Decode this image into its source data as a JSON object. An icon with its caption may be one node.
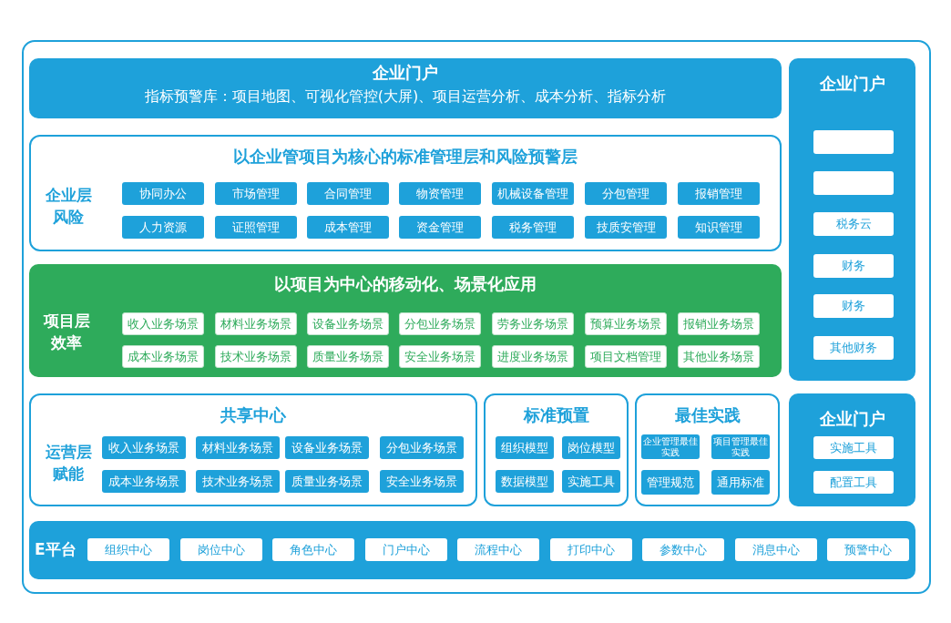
{
  "diagram": {
    "nodes": [
      {
        "text": [],
        "shape": "box"
      },
      {
        "text": [
          "企业门户",
          "指标预警库：项目地图、可视化管控(大屏)、项目运营分析、成本分析、指标分析"
        ],
        "in": 0
      },
      {
        "text": [
          "以企业管项目为核心的标准管理层和风险预警层",
          "企业层风险"
        ],
        "in": 0
      },
      {
        "text": [
          "协同办公"
        ],
        "in": 2
      },
      {
        "text": [
          "市场管理"
        ],
        "in": 2
      },
      {
        "text": [
          "合同管理"
        ],
        "in": 2
      },
      {
        "text": [
          "物资管理"
        ],
        "in": 2
      },
      {
        "text": [
          "机械设备管理"
        ],
        "in": 2
      },
      {
        "text": [
          "分包管理"
        ],
        "in": 2
      },
      {
        "text": [
          "报销管理"
        ],
        "in": 2
      },
      {
        "text": [
          "人力资源"
        ],
        "in": 2
      },
      {
        "text": [
          "证照管理"
        ],
        "in": 2
      },
      {
        "text": [
          "成本管理"
        ],
        "in": 2
      },
      {
        "text": [
          "资金管理"
        ],
        "in": 2
      },
      {
        "text": [
          "税务管理"
        ],
        "in": 2
      },
      {
        "text": [
          "技质安管理"
        ],
        "in": 2
      },
      {
        "text": [
          "知识管理"
        ],
        "in": 2
      },
      {
        "text": [
          "以项目为中心的移动化、场景化应用",
          "项目层效率"
        ],
        "in": 0
      },
      {
        "text": [
          "收入业务场景"
        ],
        "in": 17
      },
      {
        "text": [
          "材料业务场景"
        ],
        "in": 17
      },
      {
        "text": [
          "设备业务场景"
        ],
        "in": 17
      },
      {
        "text": [
          "分包业务场景"
        ],
        "in": 17
      },
      {
        "text": [
          "劳务业务场景"
        ],
        "in": 17
      },
      {
        "text": [
          "预算业务场景"
        ],
        "in": 17
      },
      {
        "text": [
          "报销业务场景"
        ],
        "in": 17
      },
      {
        "text": [
          "成本业务场景"
        ],
        "in": 17
      },
      {
        "text": [
          "技术业务场景"
        ],
        "in": 17
      },
      {
        "text": [
          "质量业务场景"
        ],
        "in": 17
      },
      {
        "text": [
          "安全业务场景"
        ],
        "in": 17
      },
      {
        "text": [
          "进度业务场景"
        ],
        "in": 17
      },
      {
        "text": [
          "项目文档管理"
        ],
        "in": 17
      },
      {
        "text": [
          "其他业务场景"
        ],
        "in": 17
      },
      {
        "text": [
          "共享中心",
          "运营层赋能"
        ],
        "in": 0
      },
      {
        "text": [
          "收入业务场景"
        ],
        "in": 32
      },
      {
        "text": [
          "材料业务场景"
        ],
        "in": 32
      },
      {
        "text": [
          "设备业务场景"
        ],
        "in": 32
      },
      {
        "text": [
          "分包业务场景"
        ],
        "in": 32
      },
      {
        "text": [
          "成本业务场景"
        ],
        "in": 32
      },
      {
        "text": [
          "技术业务场景"
        ],
        "in": 32
      },
      {
        "text": [
          "质量业务场景"
        ],
        "in": 32
      },
      {
        "text": [
          "安全业务场景"
        ],
        "in": 32
      },
      {
        "text": [
          "标准预置"
        ],
        "in": 0
      },
      {
        "text": [
          "组织模型"
        ],
        "in": 41
      },
      {
        "text": [
          "岗位模型"
        ],
        "in": 41
      },
      {
        "text": [
          "数据模型"
        ],
        "in": 41
      },
      {
        "text": [
          "实施工具"
        ],
        "in": 41
      },
      {
        "text": [
          "最佳实践"
        ],
        "in": 0
      },
      {
        "text": [
          "企业管理最佳实践"
        ],
        "in": 46
      },
      {
        "text": [
          "项目管理最佳实践"
        ],
        "in": 46
      },
      {
        "text": [
          "管理规范"
        ],
        "in": 46
      },
      {
        "text": [
          "通用标准"
        ],
        "in": 46
      },
      {
        "text": [
          "E平台"
        ],
        "in": 0
      },
      {
        "text": [
          "组织中心"
        ],
        "in": 51
      },
      {
        "text": [
          "岗位中心"
        ],
        "in": 51
      },
      {
        "text": [
          "角色中心"
        ],
        "in": 51
      },
      {
        "text": [
          "门户中心"
        ],
        "in": 51
      },
      {
        "text": [
          "流程中心"
        ],
        "in": 51
      },
      {
        "text": [
          "打印中心"
        ],
        "in": 51
      },
      {
        "text": [
          "参数中心"
        ],
        "in": 51
      },
      {
        "text": [
          "消息中心"
        ],
        "in": 51
      },
      {
        "text": [
          "预警中心"
        ],
        "in": 51
      },
      {
        "text": [
          "企业门户"
        ],
        "in": 0
      },
      {
        "text": [],
        "shape": "box",
        "in": 61
      },
      {
        "text": [],
        "shape": "box",
        "in": 61
      },
      {
        "text": [
          "税务云"
        ],
        "in": 61
      },
      {
        "text": [
          "财务"
        ],
        "in": 61
      },
      {
        "text": [
          "财务"
        ],
        "in": 61
      },
      {
        "text": [
          "其他财务"
        ],
        "in": 61
      },
      {
        "text": [
          "企业门户"
        ],
        "in": 0
      },
      {
        "text": [
          "实施工具"
        ],
        "in": 68
      },
      {
        "text": [
          "配置工具"
        ],
        "in": 68
      }
    ]
  }
}
